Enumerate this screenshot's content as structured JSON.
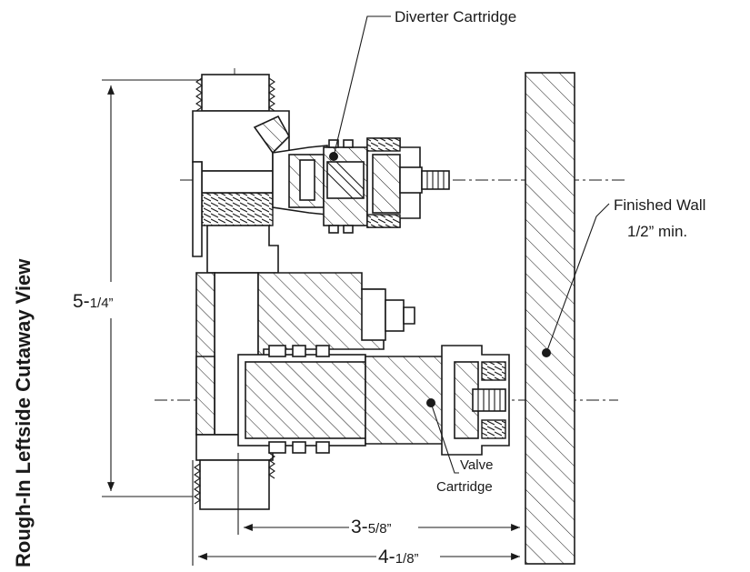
{
  "labels": {
    "side_title": "Rough-In Leftside Cutaway View",
    "diverter": "Diverter Cartridge",
    "wall_line1": "Finished Wall",
    "wall_line2": "1/2” min.",
    "valve_line1": "Valve",
    "valve_line2": "Cartridge"
  },
  "dimensions": {
    "height": {
      "whole": "5-",
      "fraction": "1/4”"
    },
    "depth_to_wall": {
      "whole": "3-",
      "fraction": "5/8”"
    },
    "overall_depth": {
      "whole": "4-",
      "fraction": "1/8”"
    }
  },
  "colors": {
    "line": "#1a1a1a",
    "background": "#ffffff"
  }
}
